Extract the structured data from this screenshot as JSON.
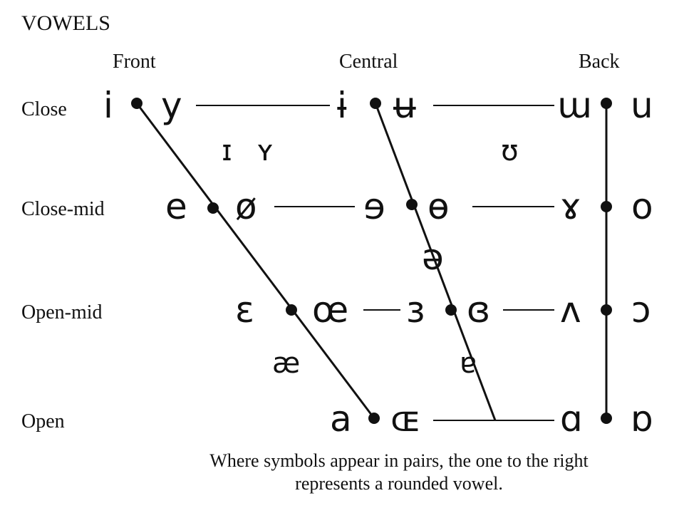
{
  "title": "VOWELS",
  "columns": {
    "front": "Front",
    "central": "Central",
    "back": "Back"
  },
  "rows": {
    "close": "Close",
    "close_mid": "Close-mid",
    "open_mid": "Open-mid",
    "open": "Open"
  },
  "symbols": {
    "close": {
      "front_unrounded": "i",
      "front_rounded": "y",
      "central_unrounded": "ɨ",
      "central_rounded": "ʉ",
      "back_unrounded": "ɯ",
      "back_rounded": "u"
    },
    "near_close": {
      "front_unrounded": "ɪ",
      "front_rounded": "ʏ",
      "back_rounded": "ʊ"
    },
    "close_mid": {
      "front_unrounded": "e",
      "front_rounded": "ø",
      "central_unrounded": "ɘ",
      "central_rounded": "ɵ",
      "back_unrounded": "ɤ",
      "back_rounded": "o"
    },
    "mid": {
      "central": "ə"
    },
    "open_mid": {
      "front_unrounded": "ɛ",
      "front_rounded": "œ",
      "central_unrounded": "ɜ",
      "central_rounded": "ɞ",
      "back_unrounded": "ʌ",
      "back_rounded": "ɔ"
    },
    "near_open": {
      "front": "æ",
      "central": "ɐ"
    },
    "open": {
      "front_unrounded": "a",
      "front_rounded": "ɶ",
      "back_unrounded": "ɑ",
      "back_rounded": "ɒ"
    }
  },
  "note": {
    "line1": "Where symbols appear in pairs, the one to the right",
    "line2": "represents a rounded vowel."
  }
}
